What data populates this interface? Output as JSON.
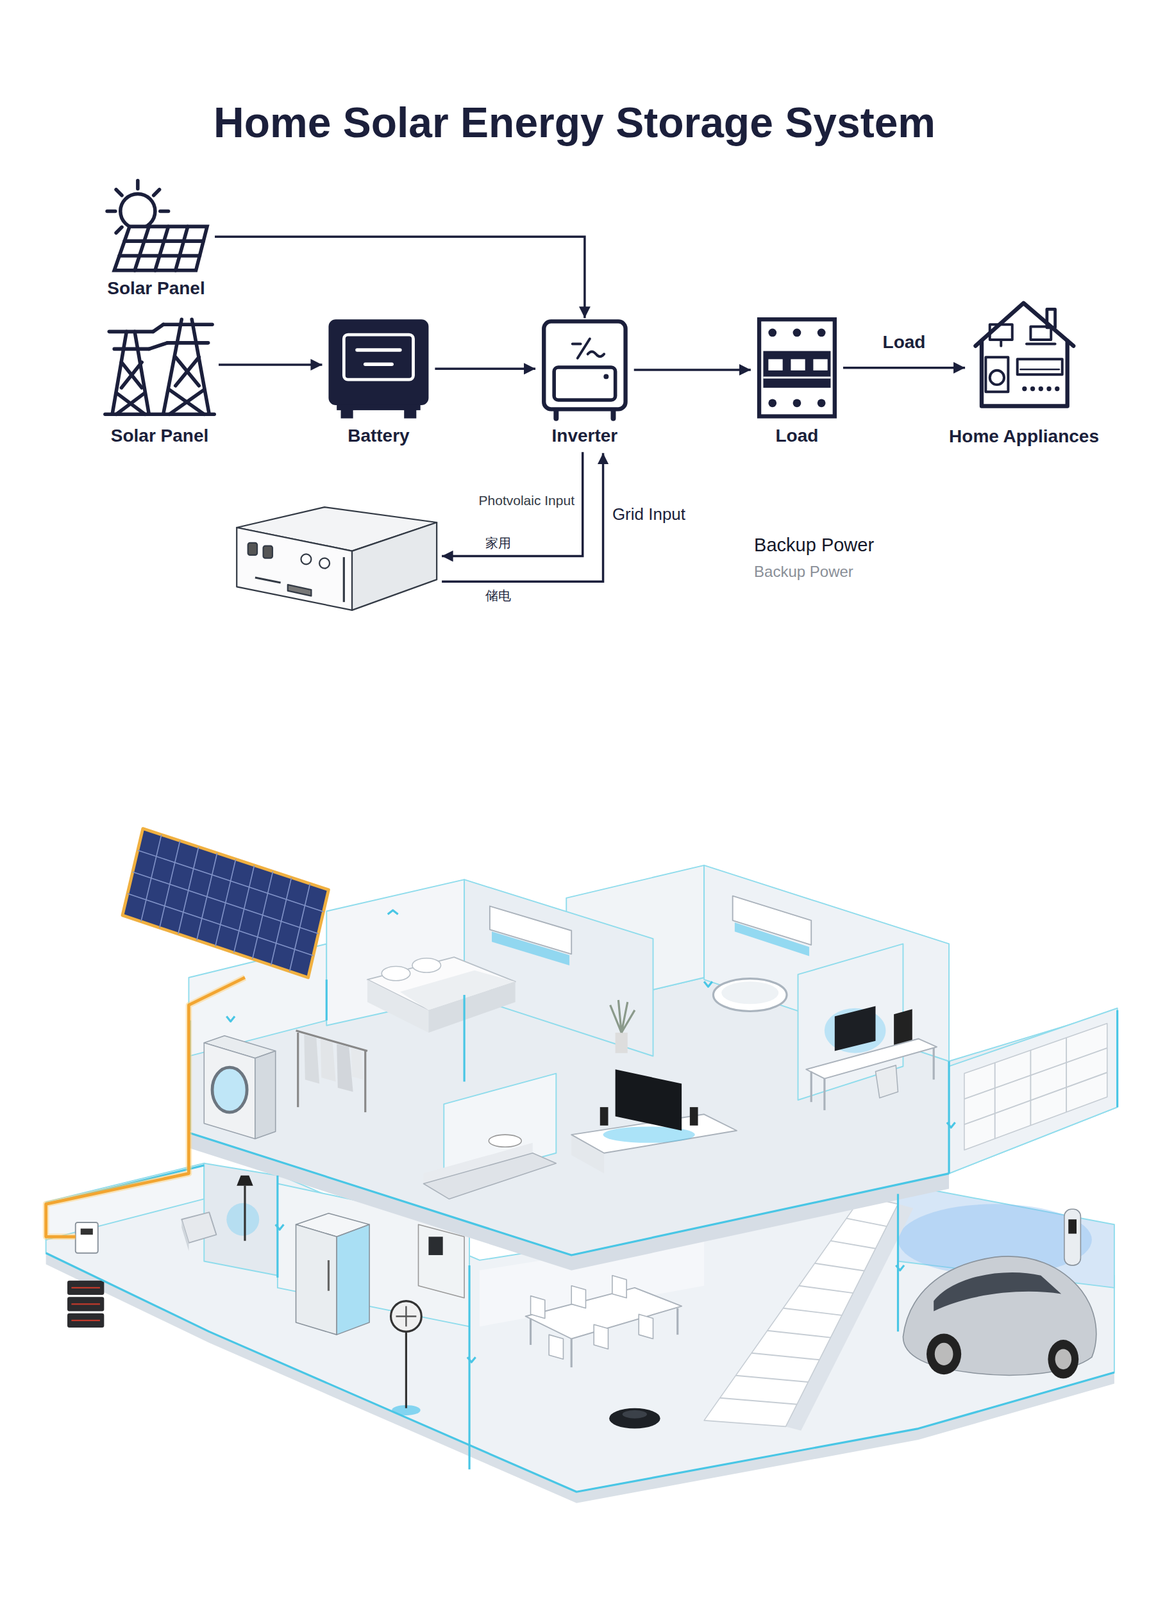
{
  "diagram": {
    "title": "Home Solar Energy Storage System",
    "nodes": [
      {
        "text": [
          "Solar Panel"
        ]
      },
      {
        "text": [
          "Solar Panel"
        ]
      },
      {
        "text": [
          "Battery"
        ]
      },
      {
        "text": [
          "Inverter"
        ]
      },
      {
        "text": [
          "Load"
        ]
      },
      {
        "text": [
          "Home Appliances"
        ]
      }
    ],
    "edges": [
      {
        "from": 0,
        "to": 3,
        "arrow": "to"
      },
      {
        "from": 1,
        "to": 2,
        "arrow": "to"
      },
      {
        "from": 2,
        "to": 3,
        "arrow": "to"
      },
      {
        "from": 3,
        "to": 4,
        "arrow": "to"
      },
      {
        "from": 4,
        "to": 5,
        "label": "Load",
        "arrow": "to"
      }
    ],
    "labels": [
      "Photvolaic Input",
      "Grid Input",
      "家用",
      "储电",
      "Backup Power",
      "Backup Power"
    ]
  }
}
